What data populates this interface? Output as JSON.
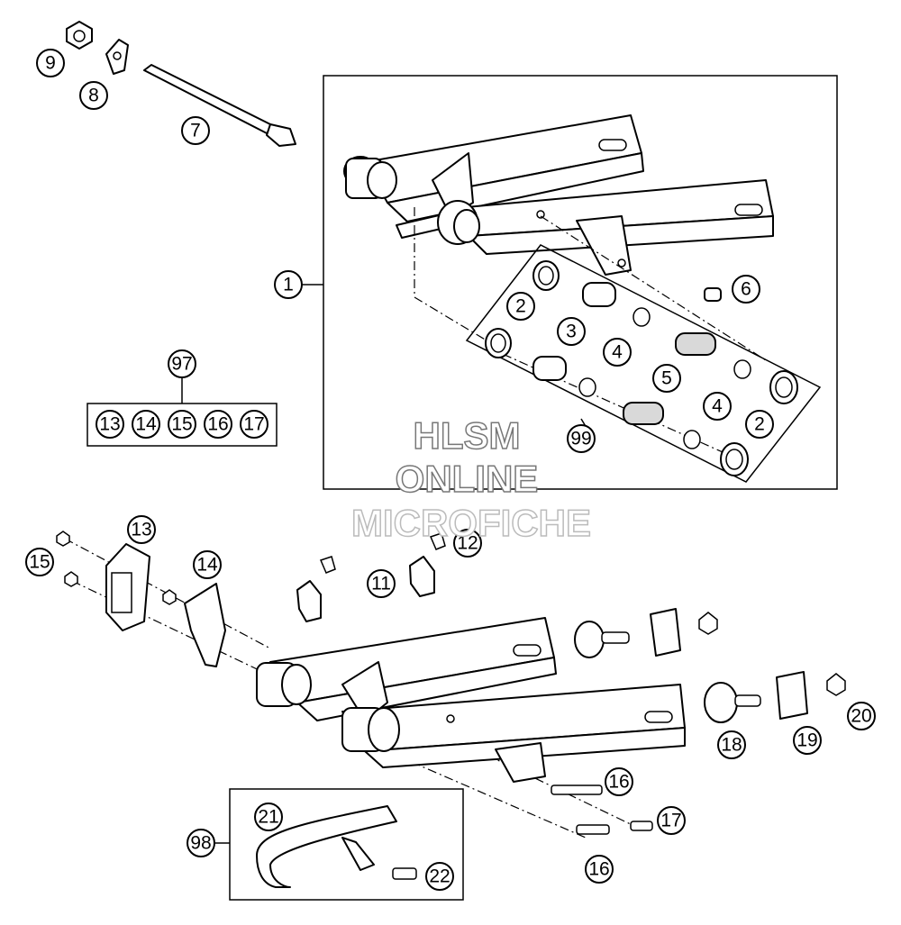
{
  "callouts": {
    "c1": "1",
    "c2a": "2",
    "c2b": "2",
    "c3": "3",
    "c4a": "4",
    "c4b": "4",
    "c5": "5",
    "c6": "6",
    "c7": "7",
    "c8": "8",
    "c9": "9",
    "c11": "11",
    "c12": "12",
    "c13": "13",
    "c14": "14",
    "c15": "15",
    "c16a": "16",
    "c16b": "16",
    "c17": "17",
    "c18": "18",
    "c19": "19",
    "c20": "20",
    "c21": "21",
    "c22": "22",
    "c97": "97",
    "c98": "98",
    "c99": "99"
  },
  "kit97": [
    "13",
    "14",
    "15",
    "16",
    "17"
  ],
  "watermark": {
    "line1": "HLSM",
    "line2": "ONLINE",
    "line3": "MICROFICHE"
  }
}
